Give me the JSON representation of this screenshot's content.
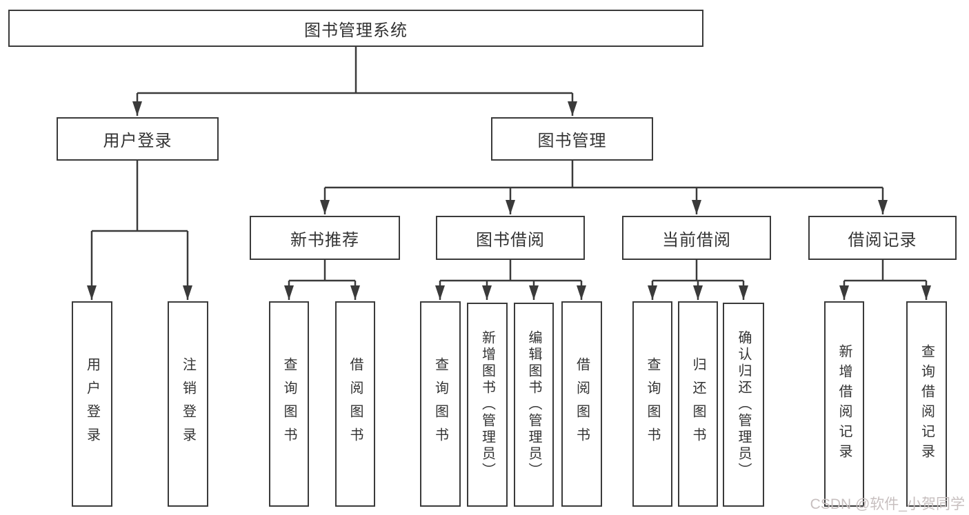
{
  "tree": {
    "label": "图书管理系统",
    "children": [
      {
        "label": "用户登录",
        "children": [
          {
            "label": "用户登录"
          },
          {
            "label": "注销登录"
          }
        ]
      },
      {
        "label": "图书管理",
        "children": [
          {
            "label": "新书推荐",
            "children": [
              {
                "label": "查询图书"
              },
              {
                "label": "借阅图书"
              }
            ]
          },
          {
            "label": "图书借阅",
            "children": [
              {
                "label": "查询图书"
              },
              {
                "label": "新增图书（管理员）"
              },
              {
                "label": "编辑图书（管理员）"
              },
              {
                "label": "借阅图书"
              }
            ]
          },
          {
            "label": "当前借阅",
            "children": [
              {
                "label": "查询图书"
              },
              {
                "label": "归还图书"
              },
              {
                "label": "确认归还（管理员）"
              }
            ]
          },
          {
            "label": "借阅记录",
            "children": [
              {
                "label": "新增借阅记录"
              },
              {
                "label": "查询借阅记录"
              }
            ]
          }
        ]
      }
    ]
  },
  "watermark": {
    "text": "CSDN @软件_小贺同学"
  },
  "colors": {
    "line": "#3a3a3a",
    "node_border": "#3a3a3a",
    "node_text": "#333333",
    "background": "#ffffff",
    "watermark": "#c7bfbf"
  }
}
